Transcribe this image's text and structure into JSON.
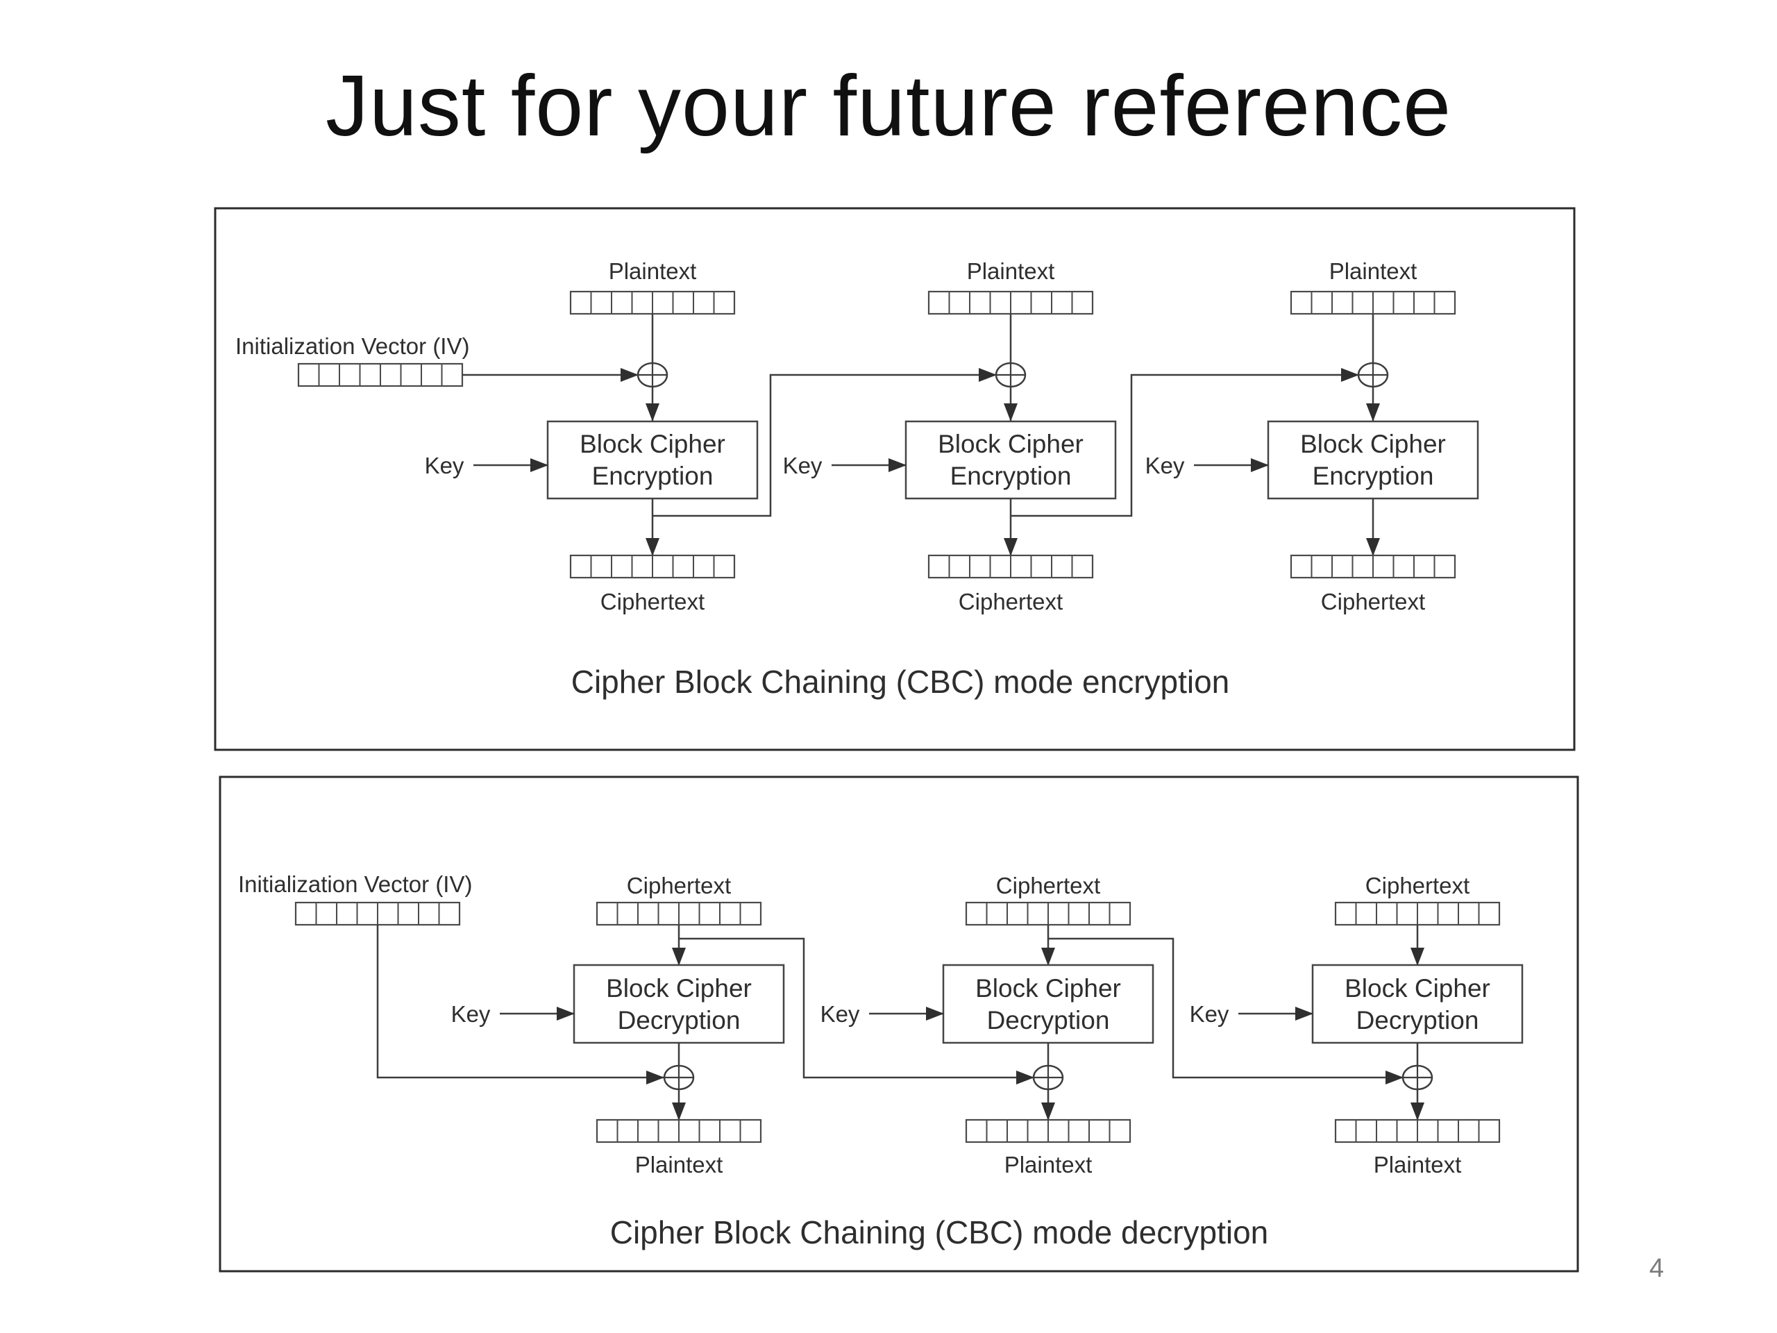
{
  "title": "Just for your future reference",
  "page_number": "4",
  "colors": {
    "background": "#ffffff",
    "diagram_line": "#3d3d3d",
    "diagram_text": "#2e2e2e",
    "frame_border": "#2c2c2c",
    "title_text": "#101010",
    "page_number_text": "#7a7a7a"
  },
  "encryption": {
    "caption": "Cipher Block Chaining (CBC) mode encryption",
    "iv_label": "Initialization Vector (IV)",
    "register_cells": 8,
    "units": [
      {
        "input_label": "Plaintext",
        "key_label": "Key",
        "box_line1": "Block Cipher",
        "box_line2": "Encryption",
        "output_label": "Ciphertext"
      },
      {
        "input_label": "Plaintext",
        "key_label": "Key",
        "box_line1": "Block Cipher",
        "box_line2": "Encryption",
        "output_label": "Ciphertext"
      },
      {
        "input_label": "Plaintext",
        "key_label": "Key",
        "box_line1": "Block Cipher",
        "box_line2": "Encryption",
        "output_label": "Ciphertext"
      }
    ]
  },
  "decryption": {
    "caption": "Cipher Block Chaining (CBC) mode decryption",
    "iv_label": "Initialization Vector (IV)",
    "register_cells": 8,
    "units": [
      {
        "input_label": "Ciphertext",
        "key_label": "Key",
        "box_line1": "Block Cipher",
        "box_line2": "Decryption",
        "output_label": "Plaintext"
      },
      {
        "input_label": "Ciphertext",
        "key_label": "Key",
        "box_line1": "Block Cipher",
        "box_line2": "Decryption",
        "output_label": "Plaintext"
      },
      {
        "input_label": "Ciphertext",
        "key_label": "Key",
        "box_line1": "Block Cipher",
        "box_line2": "Decryption",
        "output_label": "Plaintext"
      }
    ]
  }
}
